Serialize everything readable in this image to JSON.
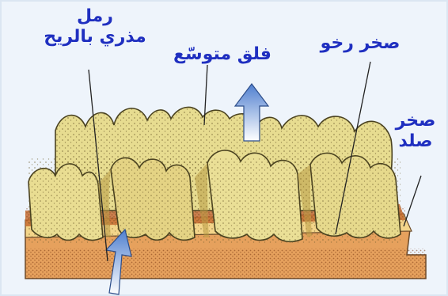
{
  "labels": {
    "wind_sand_line1": "رمل",
    "wind_sand_line2": "مذري بالريح",
    "medium_crack": "فلق متوسّع",
    "soft_rock": "صخر رخو",
    "hard_rock_line1": "صخر",
    "hard_rock_line2": "صلد"
  },
  "colors": {
    "label_text": "#1f2fc0",
    "background": "#eef4fb",
    "soft_rock": "#e8d98a",
    "soft_rock_shadow": "#c9b45a",
    "hard_rock_top": "#f2d27a",
    "hard_rock_base": "#d99a55",
    "arrow": "#6f9ad6"
  },
  "icons": {
    "wind_arrow_up": "up-arrow-icon",
    "wind_arrow_diagonal": "diagonal-arrow-icon"
  }
}
